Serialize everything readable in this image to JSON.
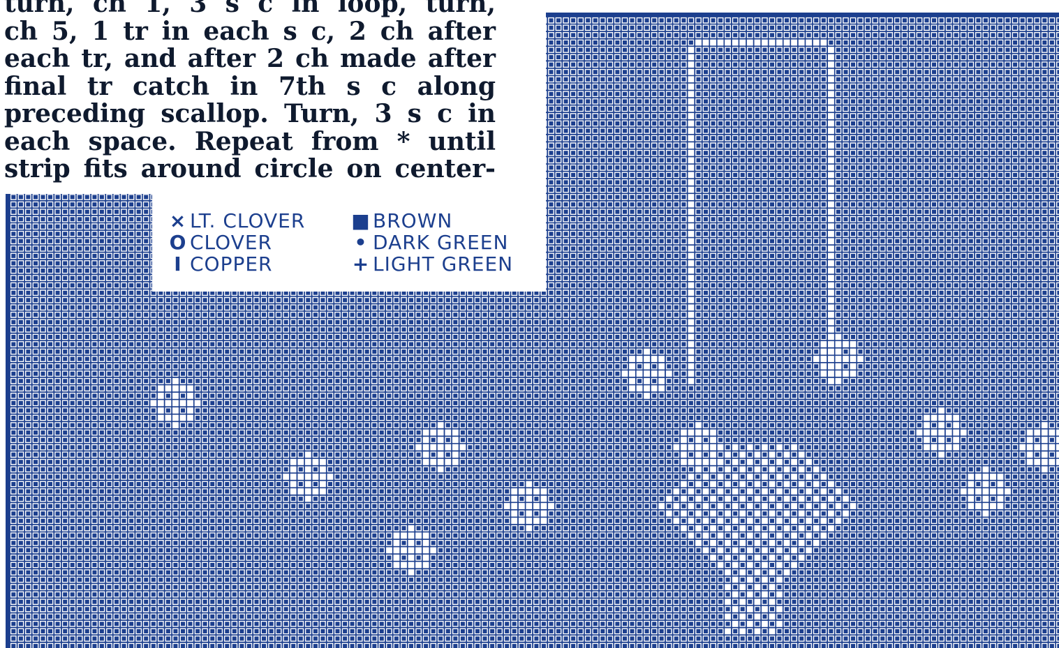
{
  "instructions": {
    "lines": [
      "turn, ch 1, 3 s c in loop, turn,",
      "ch 5, 1 tr in each s c, 2 ch after",
      "each tr, and after 2 ch made after",
      "final tr catch in 7th s c along",
      "preceding scallop. Turn, 3 s c in",
      "each space. Repeat from * until",
      "strip fits around circle on center-"
    ]
  },
  "legend": {
    "items": [
      {
        "symbol": "×",
        "label": "LT. CLOVER",
        "icon": "x-mark-icon"
      },
      {
        "symbol": "O",
        "label": "CLOVER",
        "icon": "circle-mark-icon"
      },
      {
        "symbol": "I",
        "label": "COPPER",
        "icon": "bar-mark-icon"
      },
      {
        "symbol": "■",
        "label": "BROWN",
        "icon": "filled-square-icon"
      },
      {
        "symbol": "•",
        "label": "DARK GREEN",
        "icon": "dot-mark-icon"
      },
      {
        "symbol": "+",
        "label": "LIGHT GREEN",
        "icon": "plus-mark-icon"
      }
    ]
  },
  "colors": {
    "grid_blue": "#1c3f8e",
    "paper": "#ffffff",
    "ink": "#0f1a2e"
  }
}
